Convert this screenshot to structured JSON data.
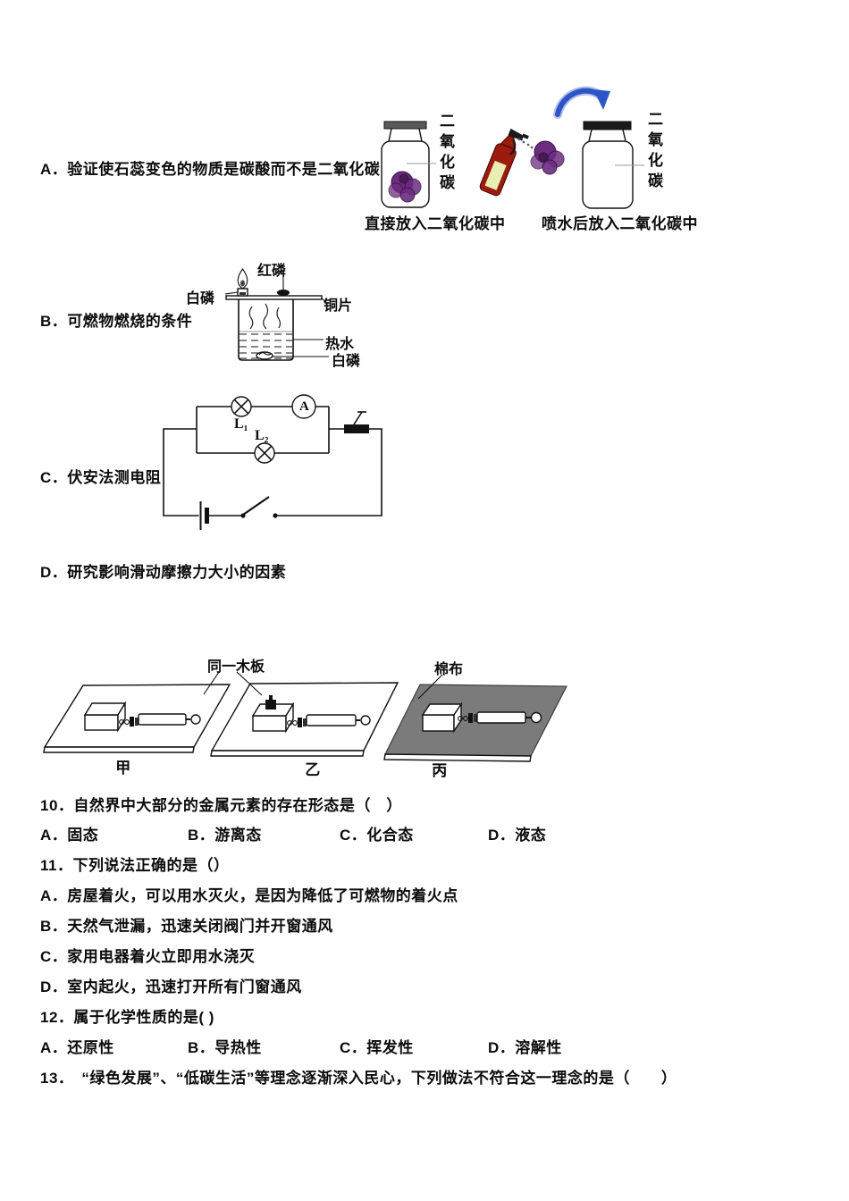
{
  "colors": {
    "flower": "#6b2d80",
    "flower_dark": "#471a55",
    "arrow": "#2e55c8",
    "arrow_halo": "#aebfe8",
    "spray_bottle": "#9c1a0e",
    "bottle_label": "#e9eeb2",
    "cotton_board": "#7b7b7b"
  },
  "options": [
    {
      "label": "A．验证使石蕊变色的物质是碳酸而不是二氧化碳"
    },
    {
      "label": "B．可燃物燃烧的条件"
    },
    {
      "label": "C．伏安法测电阻"
    },
    {
      "label": "D．研究影响滑动摩擦力大小的因素"
    }
  ],
  "diagram_a": {
    "jar1_gas_label": "二氧化碳",
    "jar2_gas_label": "二氧化碳",
    "caption1": "直接放入二氧化碳中",
    "caption2": "喷水后放入二氧化碳中"
  },
  "diagram_b": {
    "red_phosphorus_label": "红磷",
    "white_phosphorus_top_label": "白磷",
    "copper_sheet_label": "铜片",
    "hot_water_label": "热水",
    "white_phosphorus_bottom_label": "白磷"
  },
  "diagram_c": {
    "lamp1_label": "L₁",
    "lamp2_label": "L₂",
    "ammeter_label": "A"
  },
  "diagram_d": {
    "same_board_label": "同一木板",
    "cotton_label": "棉布",
    "setup1_label": "甲",
    "setup2_label": "乙",
    "setup3_label": "丙"
  },
  "questions": [
    {
      "text": "10．自然界中大部分的金属元素的存在形态是（　）",
      "choices": [
        "A．固态",
        "B．游离态",
        "C．化合态",
        "D．液态"
      ]
    },
    {
      "text": "11．下列说法正确的是（）",
      "choices": [
        "A．房屋着火，可以用水灭火，是因为降低了可燃物的着火点",
        "B．天然气泄漏，迅速关闭阀门并开窗通风",
        "C．家用电器着火立即用水浇灭",
        "D．室内起火，迅速打开所有门窗通风"
      ]
    },
    {
      "text": "12．属于化学性质的是( )",
      "choices": [
        "A．还原性",
        "B．导热性",
        "C．挥发性",
        "D．溶解性"
      ]
    },
    {
      "text": "13．　“绿色发展”、“低碳生活”等理念逐渐深入民心，下列做法不符合这一理念的是（　　）",
      "choices": []
    }
  ]
}
